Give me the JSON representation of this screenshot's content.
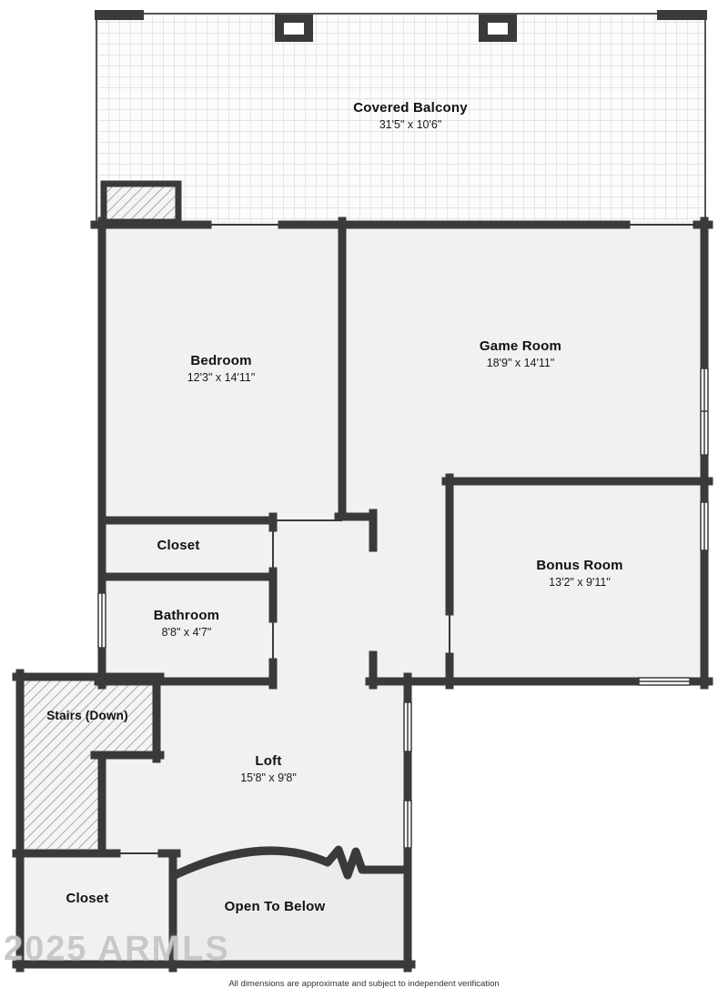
{
  "rooms": {
    "covered_balcony": {
      "name": "Covered Balcony",
      "dims": "31'5\" x 10'6\""
    },
    "bedroom": {
      "name": "Bedroom",
      "dims": "12'3\" x 14'11\""
    },
    "game_room": {
      "name": "Game Room",
      "dims": "18'9\" x 14'11\""
    },
    "bonus_room": {
      "name": "Bonus Room",
      "dims": "13'2\" x 9'11\""
    },
    "closet_upper": {
      "name": "Closet"
    },
    "bathroom": {
      "name": "Bathroom",
      "dims": "8'8\" x 4'7\""
    },
    "stairs": {
      "name": "Stairs (Down)"
    },
    "loft": {
      "name": "Loft",
      "dims": "15'8\" x 9'8\""
    },
    "closet_lower": {
      "name": "Closet"
    },
    "open_to_below": {
      "name": "Open To Below"
    }
  },
  "watermark": "2025 ARMLS",
  "footer_note": "All dimensions are approximate and subject to independent verification",
  "colors": {
    "wall": "#3a3a3a",
    "room_fill": "#f1f1f1",
    "open_below_fill": "#ececec",
    "balcony_grid": "#d7d7d7"
  }
}
